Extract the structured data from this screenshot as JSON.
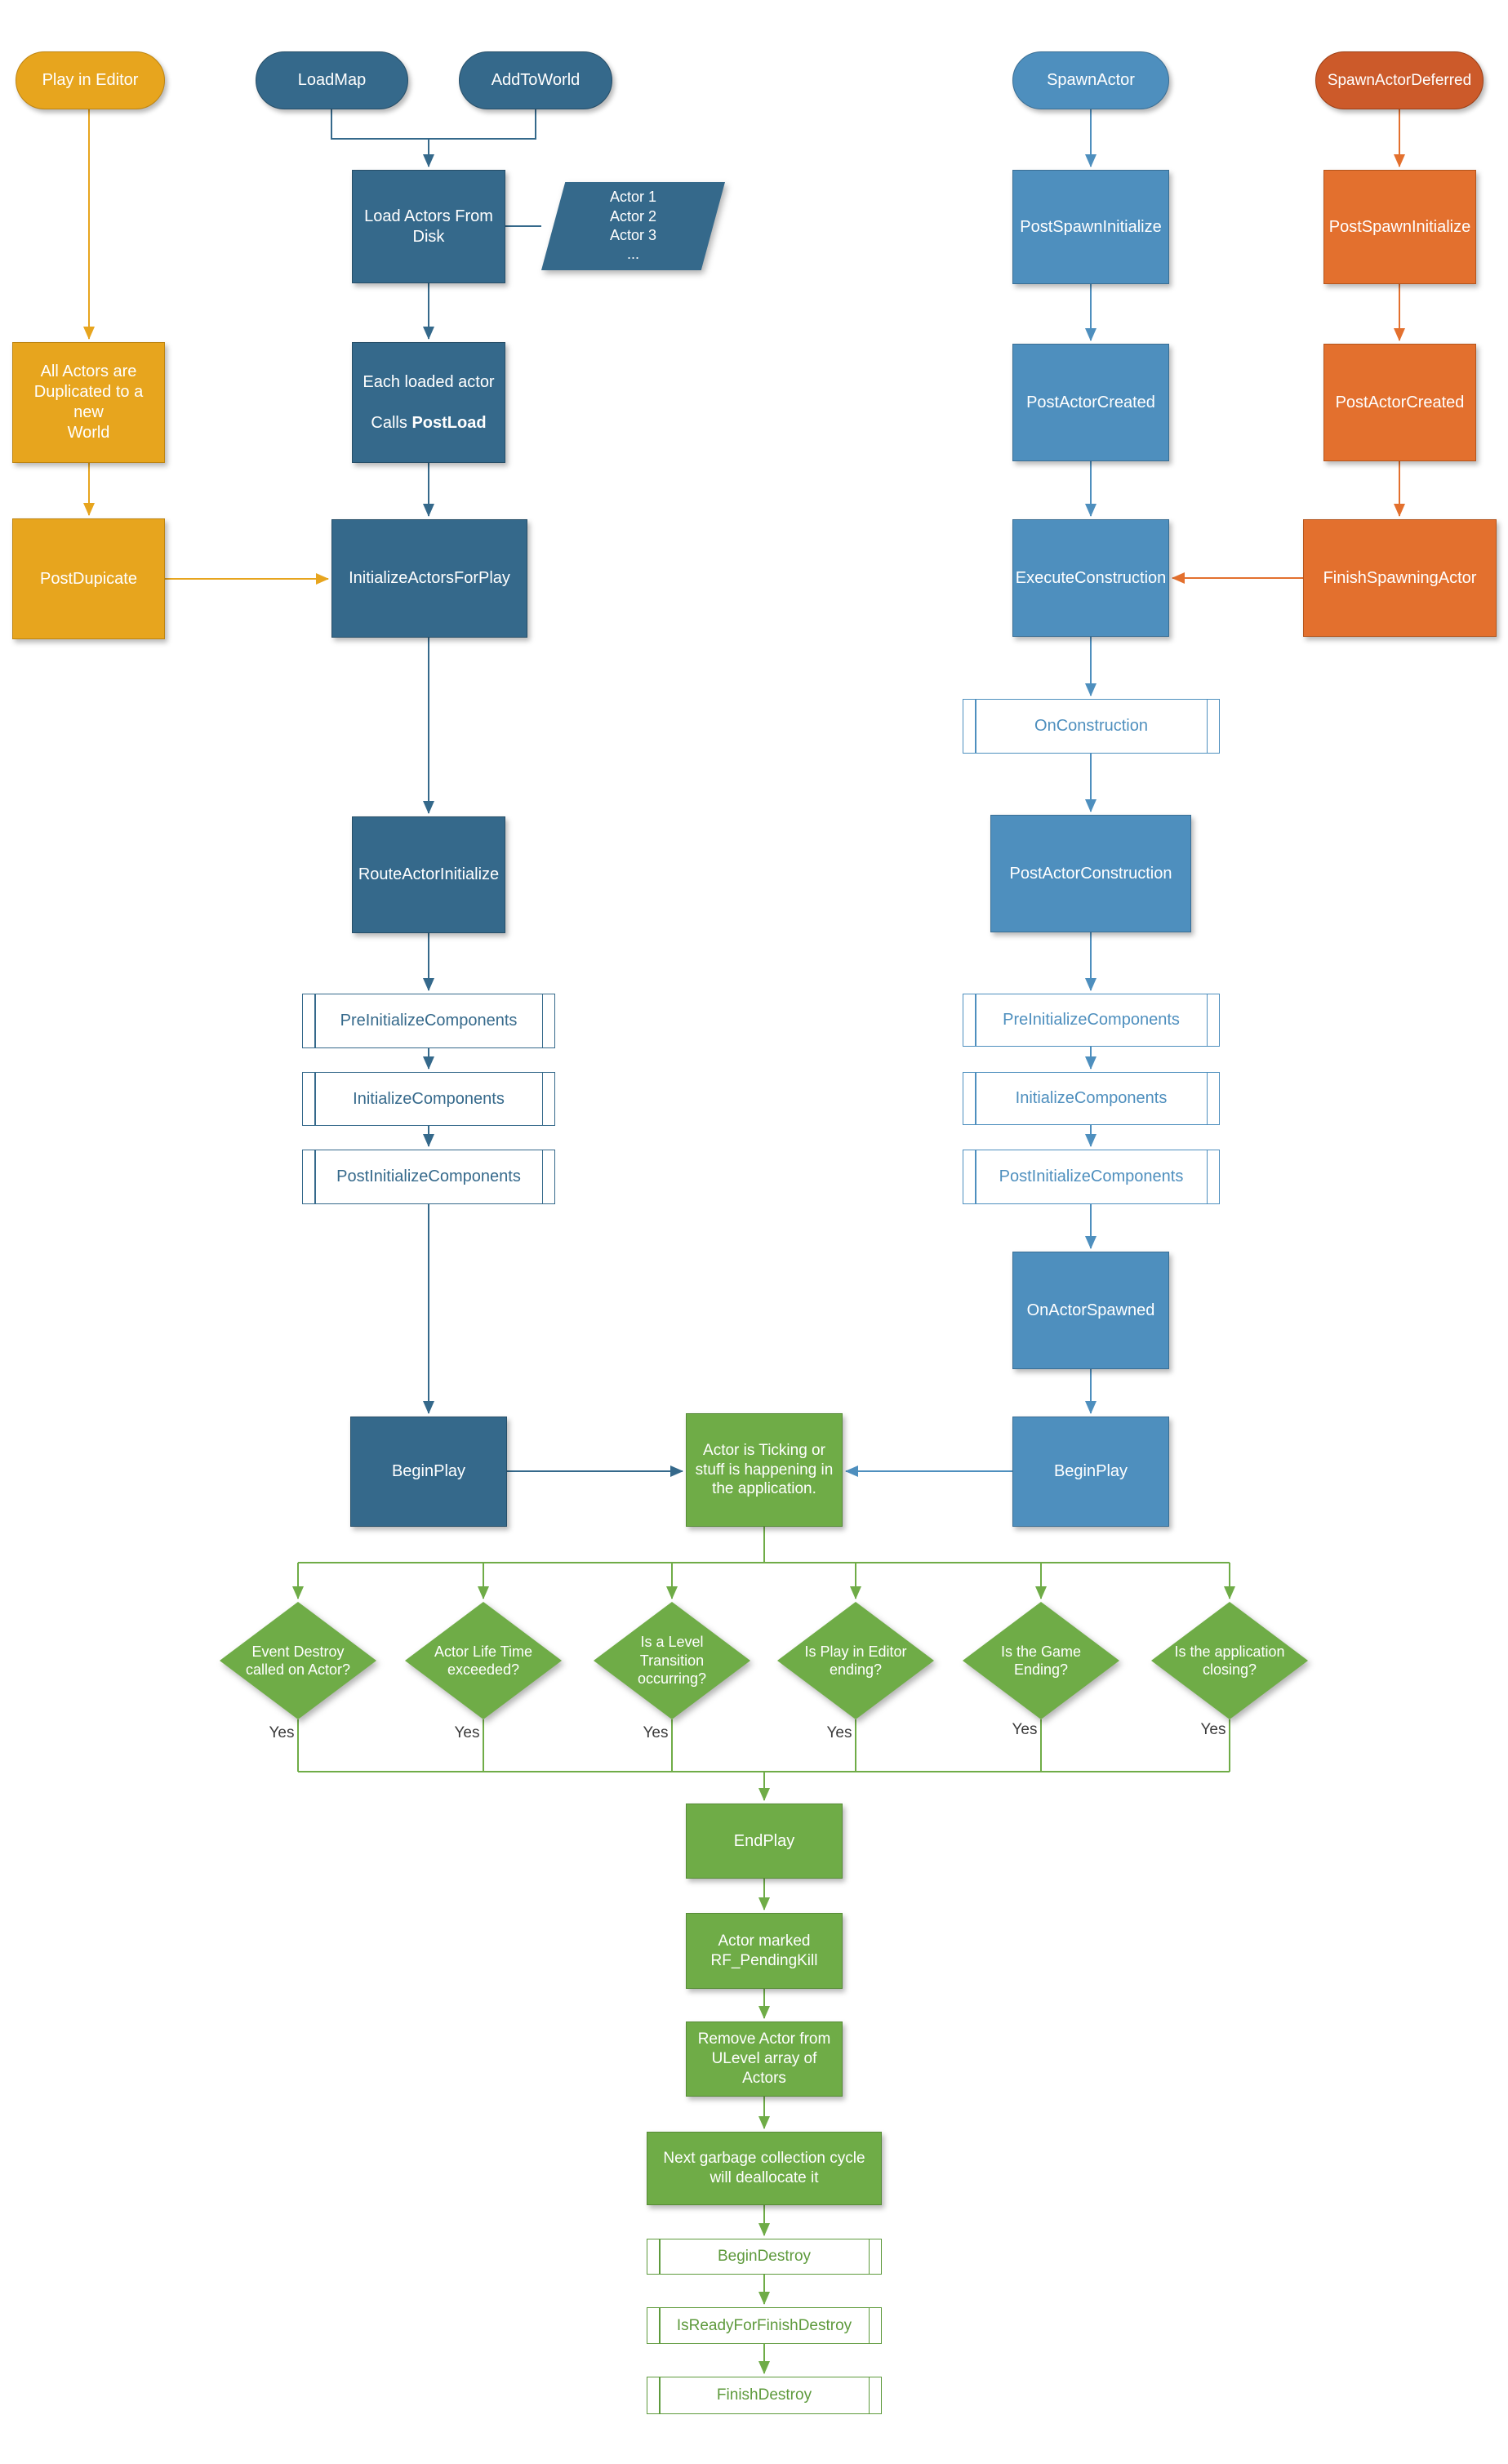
{
  "colors": {
    "gold": "#E7A51E",
    "dark_blue": "#35698B",
    "medium_blue": "#4E8FBE",
    "orange": "#E3702E",
    "orange_dark": "#CC5A2A",
    "green": "#6FAC47"
  },
  "editor_flow": {
    "play_in_editor": "Play in Editor",
    "all_actors_duplicated": "All Actors are\nDuplicated to a new\nWorld",
    "post_duplicate": "PostDupicate"
  },
  "load_flow": {
    "load_map": "LoadMap",
    "add_to_world": "AddToWorld",
    "load_actors_from_disk": "Load Actors From\nDisk",
    "actor_list": "Actor 1\nActor 2\nActor 3\n...",
    "post_load": {
      "line1": "Each loaded actor",
      "line2_prefix": "Calls ",
      "line2_bold": "PostLoad"
    },
    "initialize_actors_for_play": "InitializeActorsForPlay",
    "route_actor_initialize": "RouteActorInitialize",
    "pre_initialize_components": "PreInitializeComponents",
    "initialize_components": "InitializeComponents",
    "post_initialize_components": "PostInitializeComponents",
    "begin_play": "BeginPlay"
  },
  "spawn_flow": {
    "spawn_actor": "SpawnActor",
    "post_spawn_initialize": "PostSpawnInitialize",
    "post_actor_created": "PostActorCreated",
    "execute_construction": "ExecuteConstruction",
    "on_construction": "OnConstruction",
    "post_actor_construction": "PostActorConstruction",
    "pre_initialize_components": "PreInitializeComponents",
    "initialize_components": "InitializeComponents",
    "post_initialize_components": "PostInitializeComponents",
    "on_actor_spawned": "OnActorSpawned",
    "begin_play": "BeginPlay"
  },
  "deferred_flow": {
    "spawn_actor_deferred": "SpawnActorDeferred",
    "post_spawn_initialize": "PostSpawnInitialize",
    "post_actor_created": "PostActorCreated",
    "finish_spawning_actor": "FinishSpawningActor"
  },
  "runtime": {
    "ticking": "Actor is Ticking or\nstuff is happening in\nthe application."
  },
  "decisions": [
    {
      "label": "Event Destroy\ncalled on Actor?",
      "yes": "Yes"
    },
    {
      "label": "Actor Life Time\nexceeded?",
      "yes": "Yes"
    },
    {
      "label": "Is a Level\nTransition\noccurring?",
      "yes": "Yes"
    },
    {
      "label": "Is Play in Editor\nending?",
      "yes": "Yes"
    },
    {
      "label": "Is the Game\nEnding?",
      "yes": "Yes"
    },
    {
      "label": "Is the application\nclosing?",
      "yes": "Yes"
    }
  ],
  "destruction": {
    "end_play": "EndPlay",
    "actor_marked": "Actor marked\nRF_PendingKill",
    "remove_actor": "Remove Actor from\nULevel array of\nActors",
    "next_gc": "Next garbage collection cycle\nwill deallocate it",
    "begin_destroy": "BeginDestroy",
    "is_ready_for_finish_destroy": "IsReadyForFinishDestroy",
    "finish_destroy": "FinishDestroy"
  }
}
